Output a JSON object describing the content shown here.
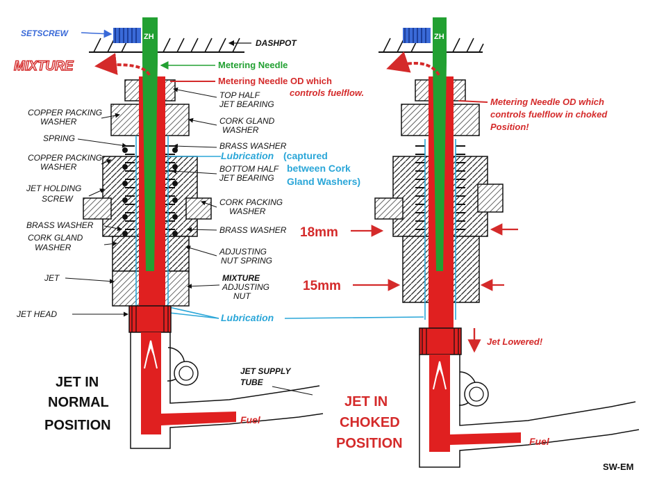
{
  "colors": {
    "fuel_red": "#e02020",
    "label_red": "#d42a2a",
    "needle_green": "#22a032",
    "lubrication_blue": "#2aa6d8",
    "setscrew_blue": "#3a6ad8",
    "ink": "#111111"
  },
  "left": {
    "top_labels": {
      "setscrew": "SETSCREW",
      "zh": "ZH",
      "dashpot": "DASHPOT",
      "mixture": "MIXTURE",
      "metering_needle": "Metering Needle",
      "od_line1": "Metering Needle OD which",
      "od_line2": "controls fuelflow."
    },
    "part_labels_left": [
      "COPPER PACKING",
      "WASHER",
      "SPRING",
      "COPPER PACKING",
      "WASHER",
      "JET HOLDING",
      "SCREW",
      "BRASS WASHER",
      "CORK GLAND",
      "WASHER",
      "JET",
      "JET HEAD"
    ],
    "part_labels_right": [
      "TOP HALF",
      "JET BEARING",
      "CORK GLAND",
      "WASHER",
      "BRASS WASHER",
      "BOTTOM HALF",
      "JET BEARING",
      "CORK PACKING",
      "WASHER",
      "BRASS WASHER",
      "ADJUSTING",
      "NUT SPRING",
      "MIXTURE",
      "ADJUSTING",
      "NUT"
    ],
    "lubrication_line1": "Lubrication",
    "lubrication_line1_rest": "(captured",
    "lubrication_line2": "between Cork",
    "lubrication_line3": "Gland Washers)",
    "lubrication_bottom": "Lubrication",
    "supply_tube_line1": "JET SUPPLY",
    "supply_tube_line2": "TUBE",
    "fuel": "Fuel",
    "caption_line1": "JET IN",
    "caption_line2": "NORMAL",
    "caption_line3": "POSITION"
  },
  "right": {
    "zh": "ZH",
    "od_line1": "Metering Needle OD which",
    "od_line2": "controls fuelflow in choked",
    "od_line3": "Position!",
    "dim_18": "18mm",
    "dim_15": "15mm",
    "jet_lowered": "Jet Lowered!",
    "fuel": "Fuel",
    "caption_line1": "JET IN",
    "caption_line2": "CHOKED",
    "caption_line3": "POSITION"
  },
  "credit": "SW-EM"
}
